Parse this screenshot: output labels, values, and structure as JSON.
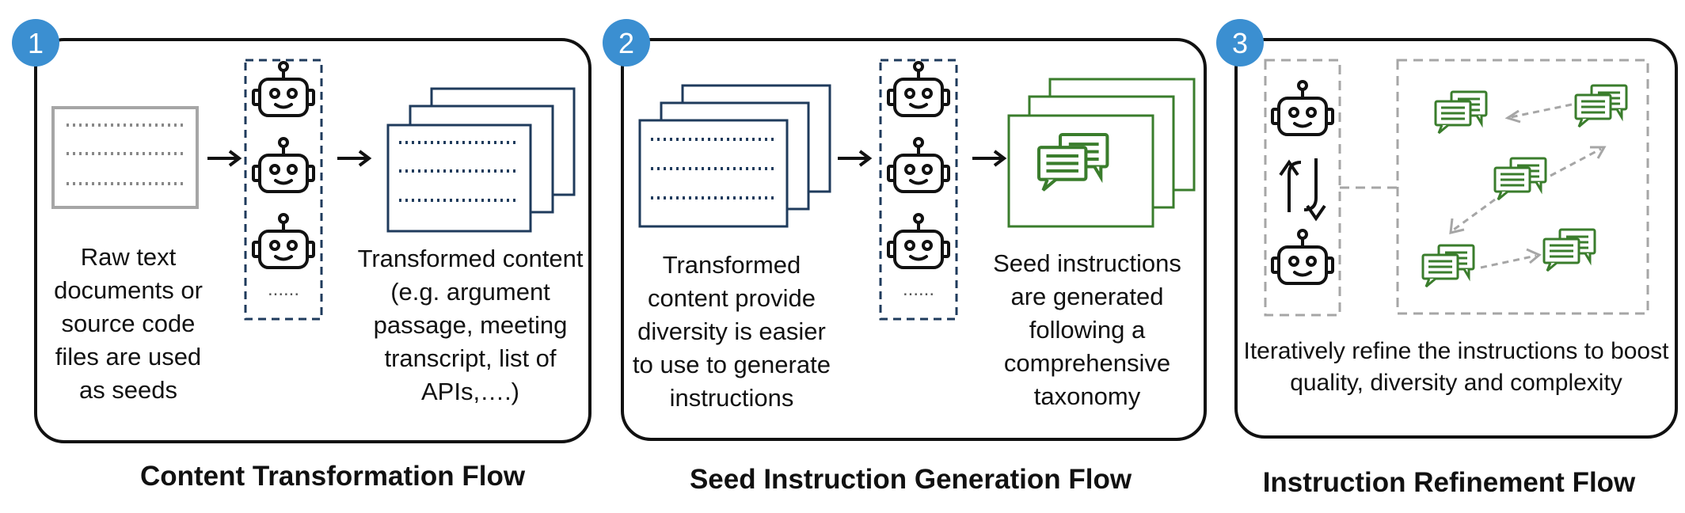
{
  "panels": [
    {
      "number": "1",
      "left_text": "Raw text documents or source code files are used as seeds",
      "right_text": "Transformed content (e.g. argument passage, meeting transcript, list of APIs,….)",
      "title": "Content Transformation Flow",
      "ellipsis": "......"
    },
    {
      "number": "2",
      "left_text": "Transformed content provide diversity is easier to use to generate instructions",
      "right_text": "Seed instructions are generated following  a comprehensive taxonomy",
      "title": "Seed Instruction Generation Flow",
      "ellipsis": "......"
    },
    {
      "number": "3",
      "bottom_text": "Iteratively refine the instructions to boost quality, diversity and complexity",
      "title": "Instruction Refinement Flow"
    }
  ],
  "colors": {
    "badge": "#3b8fd1",
    "doc_border": "#1f3b5c",
    "chat_green": "#3a7d2c",
    "gray": "#a6a6a6",
    "outline": "#111111"
  }
}
